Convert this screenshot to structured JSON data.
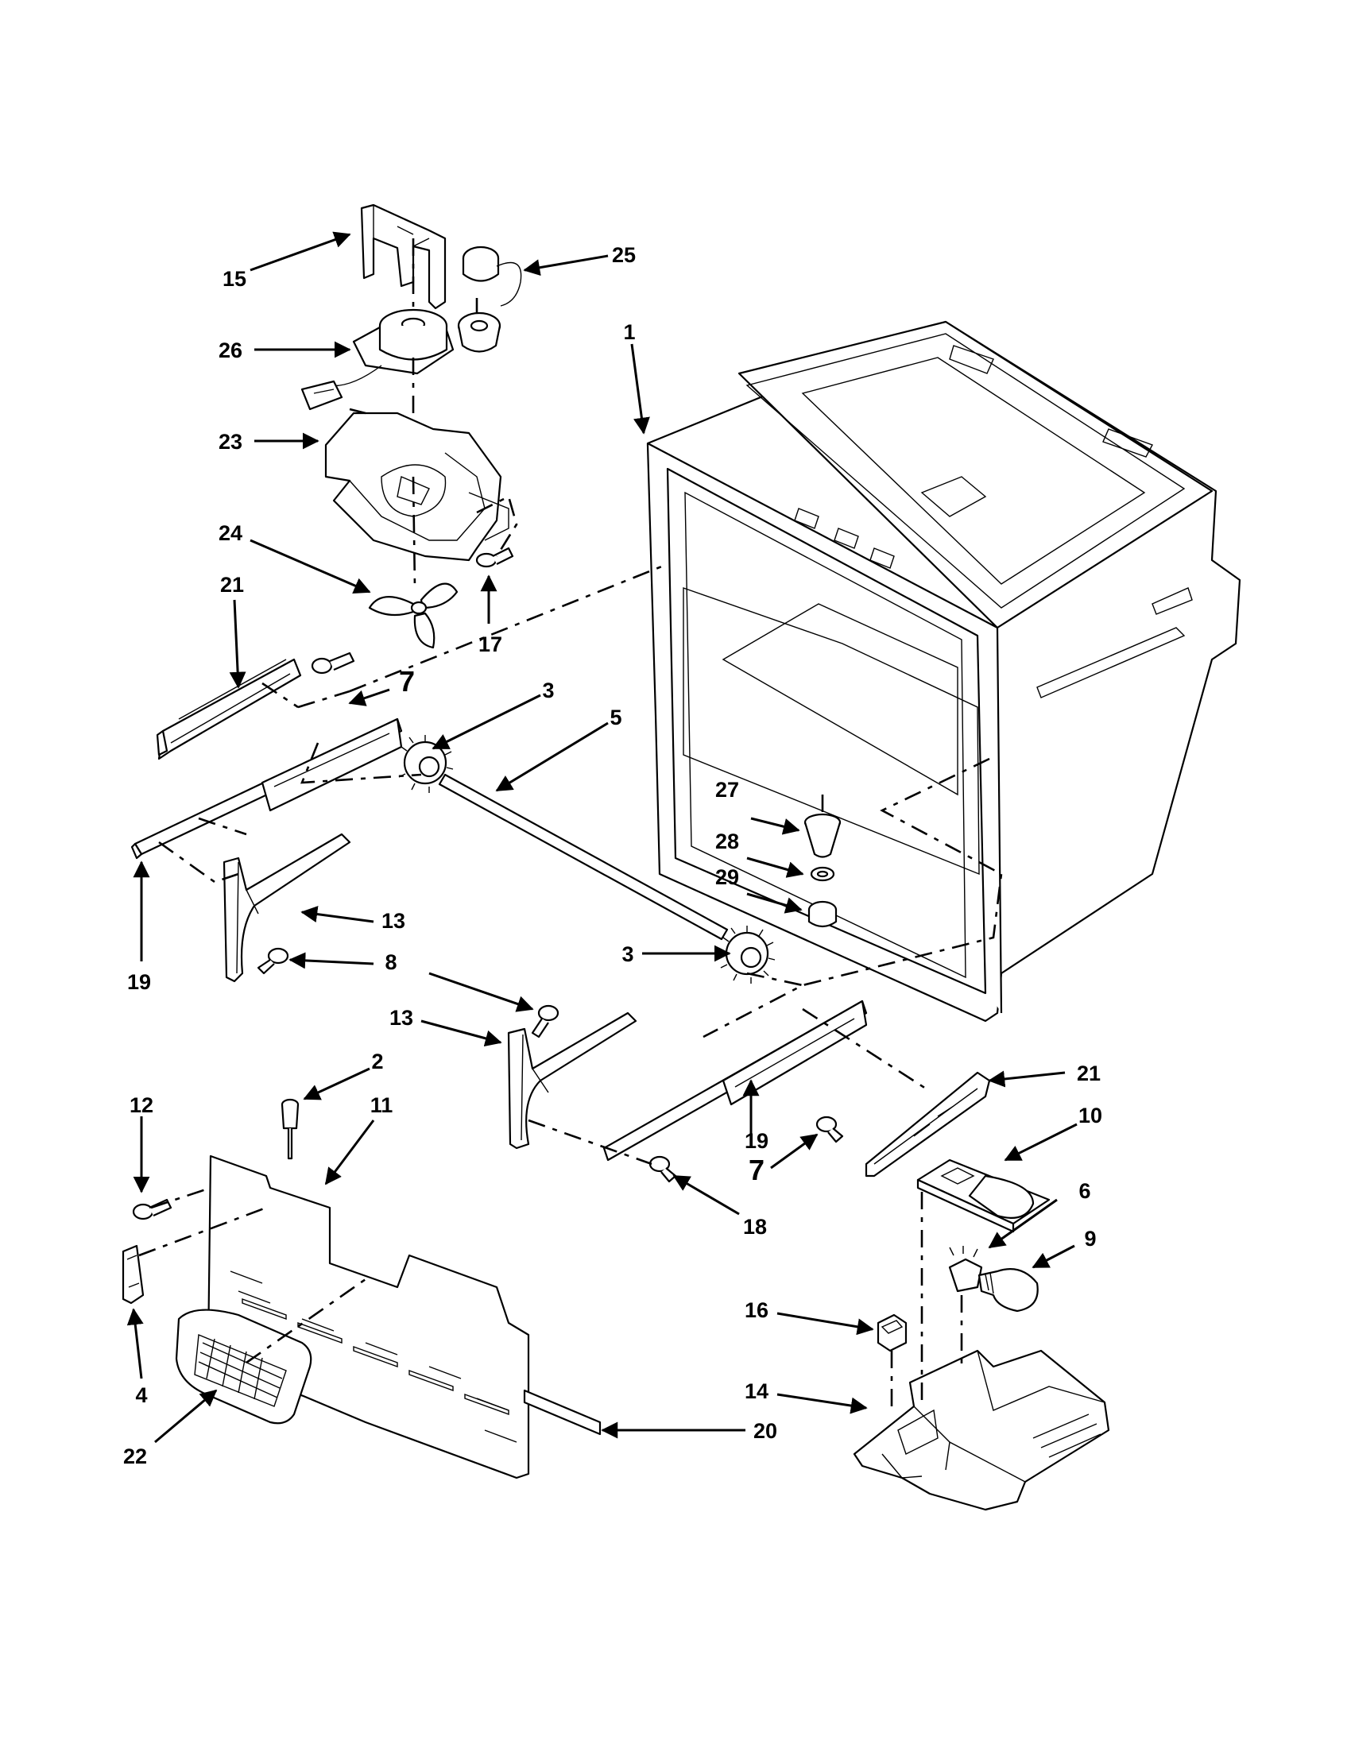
{
  "callouts": [
    {
      "id": "c1",
      "label": "1"
    },
    {
      "id": "c2",
      "label": "2"
    },
    {
      "id": "c3a",
      "label": "3"
    },
    {
      "id": "c3b",
      "label": "3"
    },
    {
      "id": "c4",
      "label": "4"
    },
    {
      "id": "c5",
      "label": "5"
    },
    {
      "id": "c6",
      "label": "6"
    },
    {
      "id": "c7a",
      "label": "7"
    },
    {
      "id": "c7b",
      "label": "7"
    },
    {
      "id": "c8",
      "label": "8"
    },
    {
      "id": "c9",
      "label": "9"
    },
    {
      "id": "c10",
      "label": "10"
    },
    {
      "id": "c11",
      "label": "11"
    },
    {
      "id": "c12",
      "label": "12"
    },
    {
      "id": "c13a",
      "label": "13"
    },
    {
      "id": "c13b",
      "label": "13"
    },
    {
      "id": "c14",
      "label": "14"
    },
    {
      "id": "c15",
      "label": "15"
    },
    {
      "id": "c16",
      "label": "16"
    },
    {
      "id": "c17",
      "label": "17"
    },
    {
      "id": "c18",
      "label": "18"
    },
    {
      "id": "c19a",
      "label": "19"
    },
    {
      "id": "c19b",
      "label": "19"
    },
    {
      "id": "c20",
      "label": "20"
    },
    {
      "id": "c21a",
      "label": "21"
    },
    {
      "id": "c21b",
      "label": "21"
    },
    {
      "id": "c22",
      "label": "22"
    },
    {
      "id": "c23",
      "label": "23"
    },
    {
      "id": "c24",
      "label": "24"
    },
    {
      "id": "c25",
      "label": "25"
    },
    {
      "id": "c26",
      "label": "26"
    },
    {
      "id": "c27",
      "label": "27"
    },
    {
      "id": "c28",
      "label": "28"
    },
    {
      "id": "c29",
      "label": "29"
    }
  ]
}
